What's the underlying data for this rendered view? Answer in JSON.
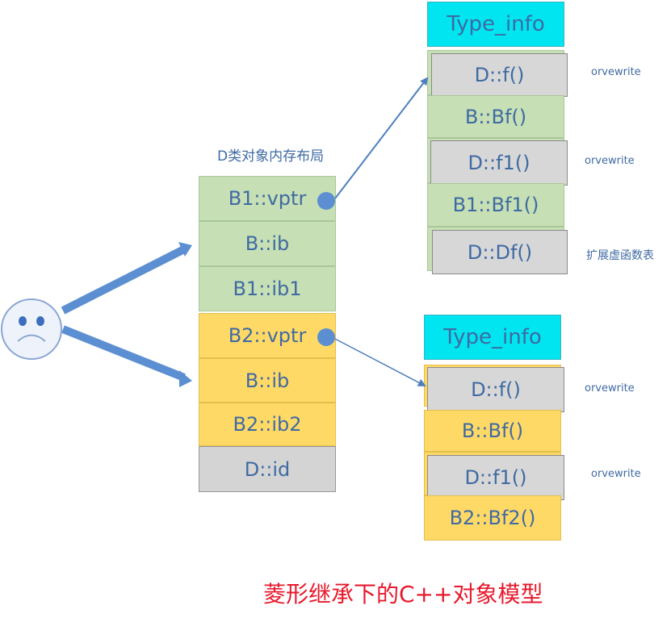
{
  "layout_title": "D类对象内存布局",
  "object_fields": [
    "B1::vptr",
    "B::ib",
    "B1::ib1",
    "B2::vptr",
    "B::ib",
    "B2::ib2",
    "D::id"
  ],
  "vtable1": {
    "header": "Type_info",
    "entries": [
      "D::f()",
      "B::Bf()",
      "D::f1()",
      "B1::Bf1()",
      "D::Df()"
    ]
  },
  "vtable2": {
    "header": "Type_info",
    "entries": [
      "D::f()",
      "B::Bf()",
      "D::f1()",
      "B2::Bf2()"
    ]
  },
  "notes": {
    "override_1": "orvewrite",
    "override_2": "orvewrite",
    "extended": "扩展虚函数表",
    "override_3": "orvewrite",
    "override_4": "orvewrite"
  },
  "main_title": "菱形继承下的C++对象模型",
  "colors": {
    "green": "#c6dfb4",
    "yellow": "#ffd966",
    "gray": "#d7d7d7",
    "cyan": "#00e5f0",
    "text_blue": "#3f6aa3",
    "arrow_blue": "#5b8fd1",
    "title_red": "#e8192c"
  }
}
